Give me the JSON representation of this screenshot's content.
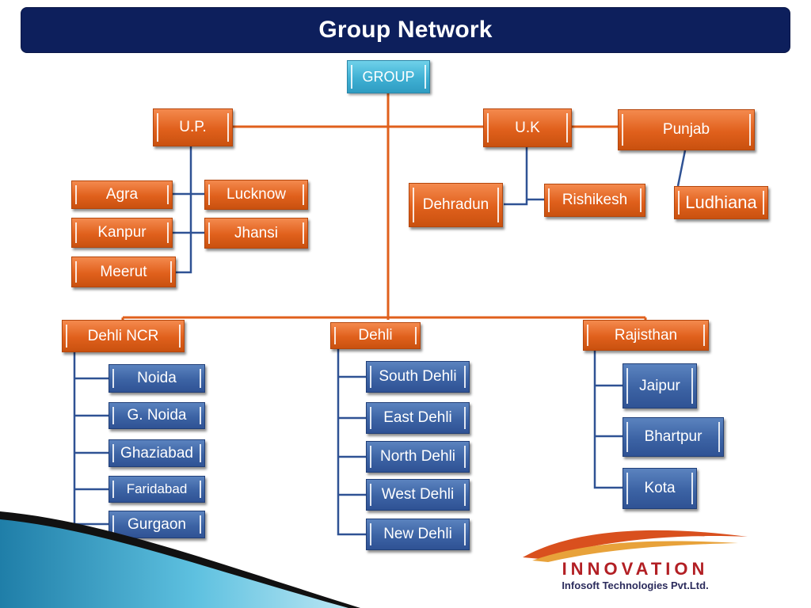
{
  "title": "Group Network",
  "colors": {
    "title_bar": "#0d1f5c",
    "state_box": "#e0601c",
    "city_box": "#3c63a4",
    "root_box": "#3fb0d3",
    "logo_red": "#b21f24",
    "logo_navy": "#2b2b5c"
  },
  "root": "GROUP",
  "states": {
    "up": "U.P.",
    "uk": "U.K",
    "punjab": "Punjab",
    "dehli_ncr": "Dehli NCR",
    "dehli": "Dehli",
    "rajisthan": "Rajisthan"
  },
  "cities": {
    "agra": "Agra",
    "lucknow": "Lucknow",
    "kanpur": "Kanpur",
    "jhansi": "Jhansi",
    "meerut": "Meerut",
    "dehradun": "Dehradun",
    "rishikesh": "Rishikesh",
    "ludhiana": "Ludhiana",
    "noida": "Noida",
    "g_noida": "G. Noida",
    "ghaziabad": "Ghaziabad",
    "faridabad": "Faridabad",
    "gurgaon": "Gurgaon",
    "south_dehli": "South Dehli",
    "east_dehli": "East Dehli",
    "north_dehli": "North Dehli",
    "west_dehli": "West Dehli",
    "new_dehli": "New Dehli",
    "jaipur": "Jaipur",
    "bhartpur": "Bhartpur",
    "kota": "Kota"
  },
  "logo": {
    "name": "INNOVATION",
    "tagline": "Infosoft Technologies Pvt.Ltd."
  }
}
